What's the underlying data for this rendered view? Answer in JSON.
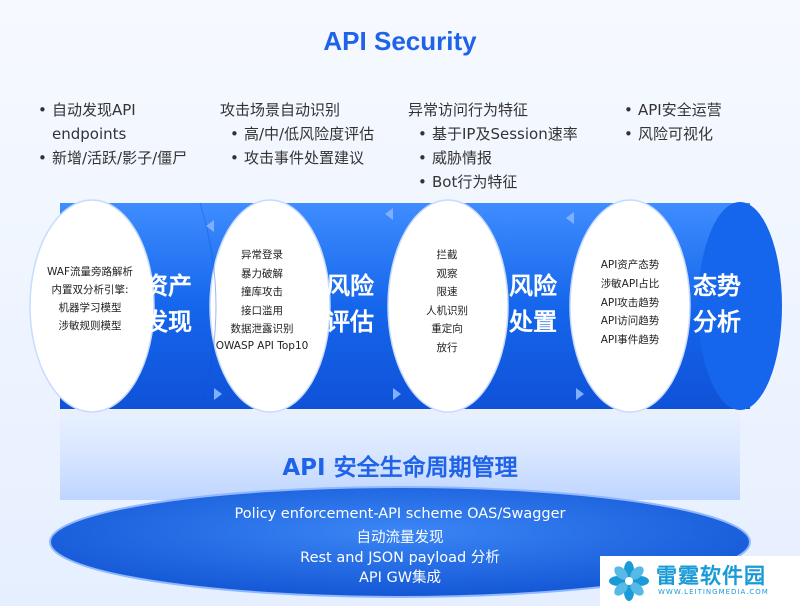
{
  "title": "API Security",
  "columns": [
    {
      "lines": [
        {
          "type": "li",
          "text": "自动发现API"
        },
        {
          "type": "cont",
          "text": "endpoints"
        },
        {
          "type": "li",
          "text": "新增/活跃/影子/僵尸"
        }
      ]
    },
    {
      "lines": [
        {
          "type": "head",
          "text": "攻击场景自动识别"
        },
        {
          "type": "li",
          "text": "高/中/低风险度评估"
        },
        {
          "type": "li",
          "text": "攻击事件处置建议"
        }
      ]
    },
    {
      "lines": [
        {
          "type": "head",
          "text": "异常访问行为特征"
        },
        {
          "type": "li",
          "text": "基于IP及Session速率"
        },
        {
          "type": "li",
          "text": "威胁情报"
        },
        {
          "type": "li",
          "text": "Bot行为特征"
        }
      ]
    },
    {
      "lines": [
        {
          "type": "li",
          "text": "API安全运营"
        },
        {
          "type": "li",
          "text": "风险可视化"
        }
      ]
    }
  ],
  "stages": [
    {
      "big": [
        "资产",
        "发现"
      ],
      "items": [
        "WAF流量旁路解析",
        "内置双分析引擎:",
        "机器学习模型",
        "涉敏规则模型"
      ]
    },
    {
      "big": [
        "风险",
        "评估"
      ],
      "items": [
        "异常登录",
        "暴力破解",
        "撞库攻击",
        "接口滥用",
        "数据泄露识别",
        "OWASP API Top10"
      ]
    },
    {
      "big": [
        "风险",
        "处置"
      ],
      "items": [
        "拦截",
        "观察",
        "限速",
        "人机识别",
        "重定向",
        "放行"
      ]
    },
    {
      "big": [
        "态势",
        "分析"
      ],
      "items": [
        "API资产态势",
        "涉敏API占比",
        "API攻击趋势",
        "API访问趋势",
        "API事件趋势"
      ]
    }
  ],
  "subtitle": "API 安全生命周期管理",
  "base": [
    "Policy enforcement-API scheme OAS/Swagger",
    "自动流量发现",
    "Rest and JSON payload 分析",
    "API GW集成"
  ],
  "watermark": {
    "name": "雷霆软件园",
    "url": "WWW.LEITINGMEDIA.COM"
  },
  "colors": {
    "accent": "#1f63e8",
    "band": "#1a73f0",
    "band_light": "#5aa2ff"
  }
}
